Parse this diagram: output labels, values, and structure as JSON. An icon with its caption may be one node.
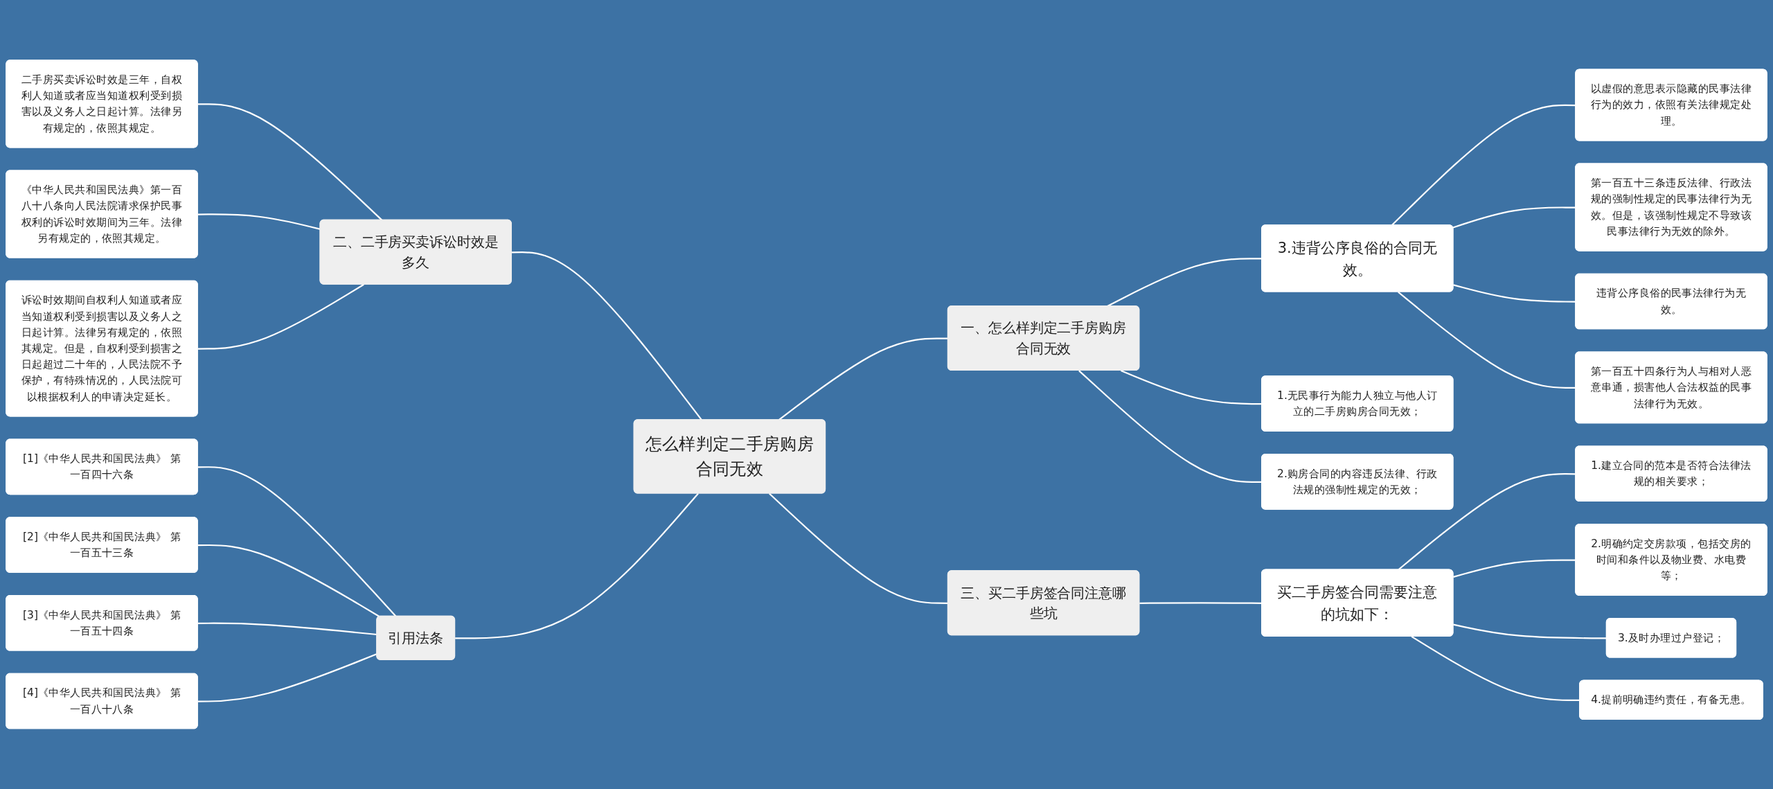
{
  "diagram": {
    "nodes": [
      {
        "text": [
          "怎么样判定二手房购房合同无效"
        ]
      },
      {
        "text": [
          "二、二手房买卖诉讼时效是多久"
        ]
      },
      {
        "text": [
          "二手房买卖诉讼时效是三年，自权利人知道或者应当知道权利受到损害以及义务人之日起计算。法律另有规定的，依照其规定。"
        ]
      },
      {
        "text": [
          "《中华人民共和国民法典》第一百八十八条向人民法院请求保护民事权利的诉讼时效期间为三年。法律另有规定的，依照其规定。"
        ]
      },
      {
        "text": [
          "诉讼时效期间自权利人知道或者应当知道权利受到损害以及义务人之日起计算。法律另有规定的，依照其规定。但是，自权利受到损害之日起超过二十年的，人民法院不予保护，有特殊情况的，人民法院可以根据权利人的申请决定延长。"
        ]
      },
      {
        "text": [
          "引用法条"
        ]
      },
      {
        "text": [
          "[1]《中华人民共和国民法典》 第一百四十六条"
        ]
      },
      {
        "text": [
          "[2]《中华人民共和国民法典》 第一百五十三条"
        ]
      },
      {
        "text": [
          "[3]《中华人民共和国民法典》 第一百五十四条"
        ]
      },
      {
        "text": [
          "[4]《中华人民共和国民法典》 第一百八十八条"
        ]
      },
      {
        "text": [
          "一、怎么样判定二手房购房合同无效"
        ]
      },
      {
        "text": [
          "1.无民事行为能力人独立与他人订立的二手房购房合同无效；"
        ]
      },
      {
        "text": [
          "2.购房合同的内容违反法律、行政法规的强制性规定的无效；"
        ]
      },
      {
        "text": [
          "3.违背公序良俗的合同无效。"
        ]
      },
      {
        "text": [
          "以虚假的意思表示隐藏的民事法律行为的效力，依照有关法律规定处理。"
        ]
      },
      {
        "text": [
          "第一百五十三条违反法律、行政法规的强制性规定的民事法律行为无效。但是，该强制性规定不导致该民事法律行为无效的除外。"
        ]
      },
      {
        "text": [
          "违背公序良俗的民事法律行为无效。"
        ]
      },
      {
        "text": [
          "第一百五十四条行为人与相对人恶意串通，损害他人合法权益的民事法律行为无效。"
        ]
      },
      {
        "text": [
          "三、买二手房签合同注意哪些坑"
        ]
      },
      {
        "text": [
          "买二手房签合同需要注意的坑如下："
        ]
      },
      {
        "text": [
          "1.建立合同的范本是否符合法律法规的相关要求；"
        ]
      },
      {
        "text": [
          "2.明确约定交房款项，包括交房的时间和条件以及物业费、水电费等；"
        ]
      },
      {
        "text": [
          "3.及时办理过户登记；"
        ]
      },
      {
        "text": [
          "4.提前明确违约责任，有备无患。"
        ]
      }
    ],
    "edges": [
      {
        "from": 1,
        "to": 0,
        "arrow": "none"
      },
      {
        "from": 2,
        "to": 1,
        "arrow": "none"
      },
      {
        "from": 3,
        "to": 1,
        "arrow": "none"
      },
      {
        "from": 4,
        "to": 1,
        "arrow": "none"
      },
      {
        "from": 5,
        "to": 0,
        "arrow": "none"
      },
      {
        "from": 6,
        "to": 5,
        "arrow": "none"
      },
      {
        "from": 7,
        "to": 5,
        "arrow": "none"
      },
      {
        "from": 8,
        "to": 5,
        "arrow": "none"
      },
      {
        "from": 9,
        "to": 5,
        "arrow": "none"
      },
      {
        "from": 0,
        "to": 10,
        "arrow": "none"
      },
      {
        "from": 10,
        "to": 11,
        "arrow": "none"
      },
      {
        "from": 10,
        "to": 12,
        "arrow": "none"
      },
      {
        "from": 10,
        "to": 13,
        "arrow": "none"
      },
      {
        "from": 13,
        "to": 14,
        "arrow": "none"
      },
      {
        "from": 13,
        "to": 15,
        "arrow": "none"
      },
      {
        "from": 13,
        "to": 16,
        "arrow": "none"
      },
      {
        "from": 13,
        "to": 17,
        "arrow": "none"
      },
      {
        "from": 0,
        "to": 18,
        "arrow": "none"
      },
      {
        "from": 18,
        "to": 19,
        "arrow": "none"
      },
      {
        "from": 19,
        "to": 20,
        "arrow": "none"
      },
      {
        "from": 19,
        "to": 21,
        "arrow": "none"
      },
      {
        "from": 19,
        "to": 22,
        "arrow": "none"
      },
      {
        "from": 19,
        "to": 23,
        "arrow": "none"
      }
    ]
  }
}
